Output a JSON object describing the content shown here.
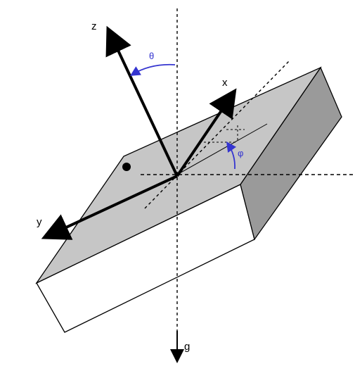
{
  "labels": {
    "z": "z",
    "x": "x",
    "y": "y",
    "g": "g",
    "theta": "θ",
    "phi": "φ"
  },
  "colors": {
    "top_face": "#c6c6c6",
    "side_face": "#9a9a9a",
    "front_face": "#ffffff",
    "outline": "#000000",
    "angle_accent": "#3535d0"
  },
  "icons": {
    "dot": "hole-dot-icon"
  }
}
